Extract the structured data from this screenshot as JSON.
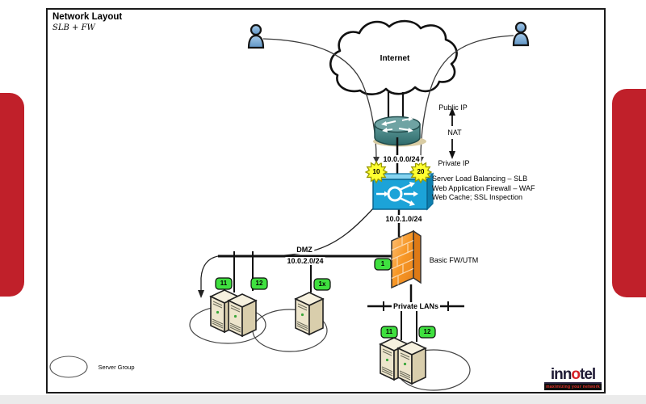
{
  "title": {
    "main": "Network Layout",
    "sub": "SLB + FW"
  },
  "internet_label": "Internet",
  "nat_labels": {
    "public_ip": "Public IP",
    "nat": "NAT",
    "private_ip": "Private IP"
  },
  "subnets": {
    "wan": "10.0.0.0/24",
    "between": "10.0.1.0/24",
    "dmz_net": "10.0.2.0/24"
  },
  "slb": {
    "line1": "Server Load Balancing – SLB",
    "line2": "Web Application Firewall – WAF",
    "line3": "Web Cache; SSL Inspection"
  },
  "firewall_label": "Basic FW/UTM",
  "dmz_label": "DMZ",
  "private_lans_label": "Private LANs",
  "badges": {
    "vip10": "10",
    "vip20": "20",
    "fw1": "1",
    "dmz11": "11",
    "dmz12": "12",
    "dmz1x": "1x",
    "lan11": "11",
    "lan12": "12"
  },
  "legend": {
    "server_group": "Server Group"
  },
  "logo": {
    "word_start": "inn",
    "word_o": "o",
    "word_end": "tel",
    "tagline": "maximizing your network"
  },
  "colors": {
    "accent_red": "#C0202A",
    "slb_blue": "#1CA3D8",
    "firewall_orange": "#F79726",
    "badge_green": "#3FE03F",
    "starburst_yellow": "#FFFF30",
    "router_teal": "#4E8F8F"
  }
}
